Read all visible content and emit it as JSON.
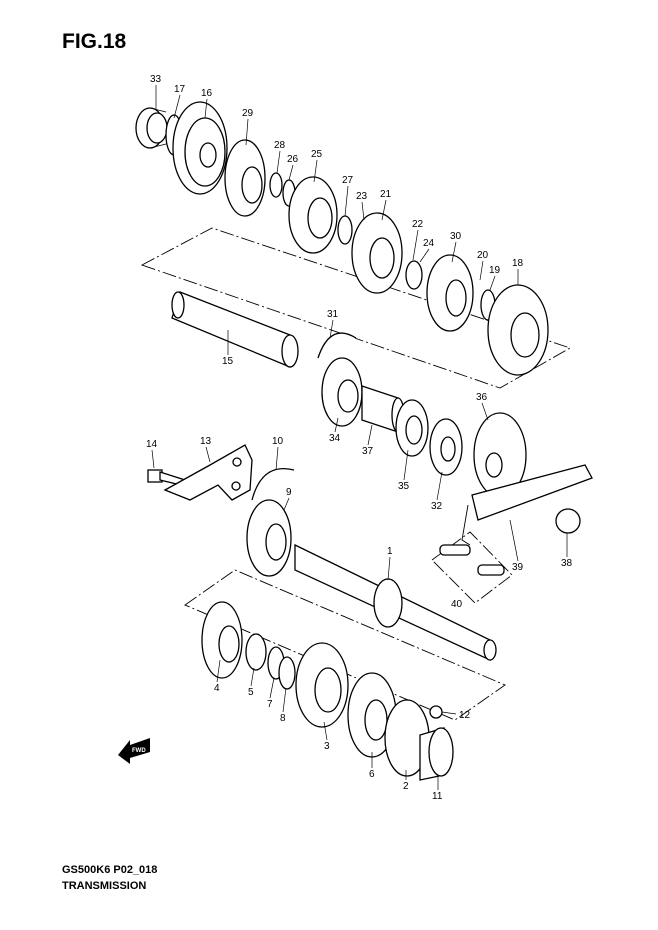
{
  "figure": {
    "title": "FIG.18"
  },
  "footer": {
    "code": "GS500K6 P02_018",
    "name": "TRANSMISSION"
  },
  "fwd_icon": "FWD",
  "callouts": [
    "33",
    "17",
    "16",
    "29",
    "28",
    "26",
    "25",
    "27",
    "23",
    "21",
    "22",
    "24",
    "30",
    "20",
    "19",
    "18",
    "31",
    "15",
    "36",
    "34",
    "37",
    "35",
    "32",
    "14",
    "13",
    "10",
    "9",
    "1",
    "39",
    "38",
    "40",
    "4",
    "5",
    "7",
    "8",
    "3",
    "6",
    "2",
    "12",
    "11"
  ]
}
